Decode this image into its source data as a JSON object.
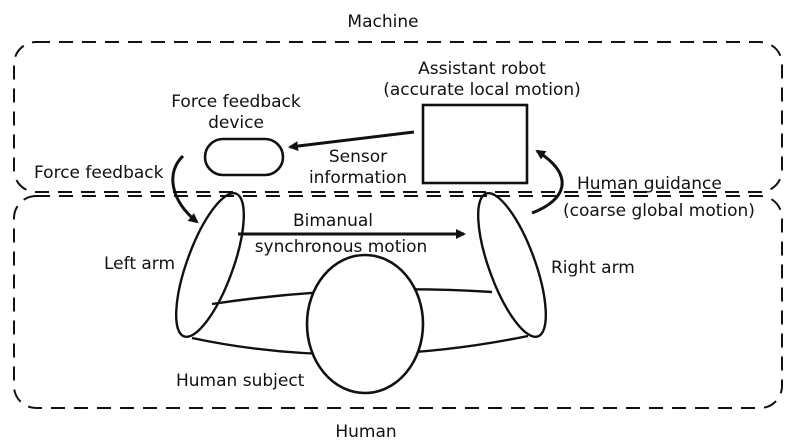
{
  "regions": {
    "machine_label": "Machine",
    "human_label": "Human"
  },
  "nodes": {
    "force_feedback_device": [
      "Force feedback",
      "device"
    ],
    "assistant_robot": [
      "Assistant robot",
      "(accurate local motion)"
    ],
    "left_arm": "Left arm",
    "right_arm": "Right arm",
    "human_subject": "Human subject"
  },
  "edges": {
    "force_feedback": "Force feedback",
    "sensor_information": [
      "Sensor",
      "information"
    ],
    "human_guidance": [
      "Human guidance",
      "(coarse global motion)"
    ],
    "bimanual": [
      "Bimanual",
      "synchronous motion"
    ]
  }
}
